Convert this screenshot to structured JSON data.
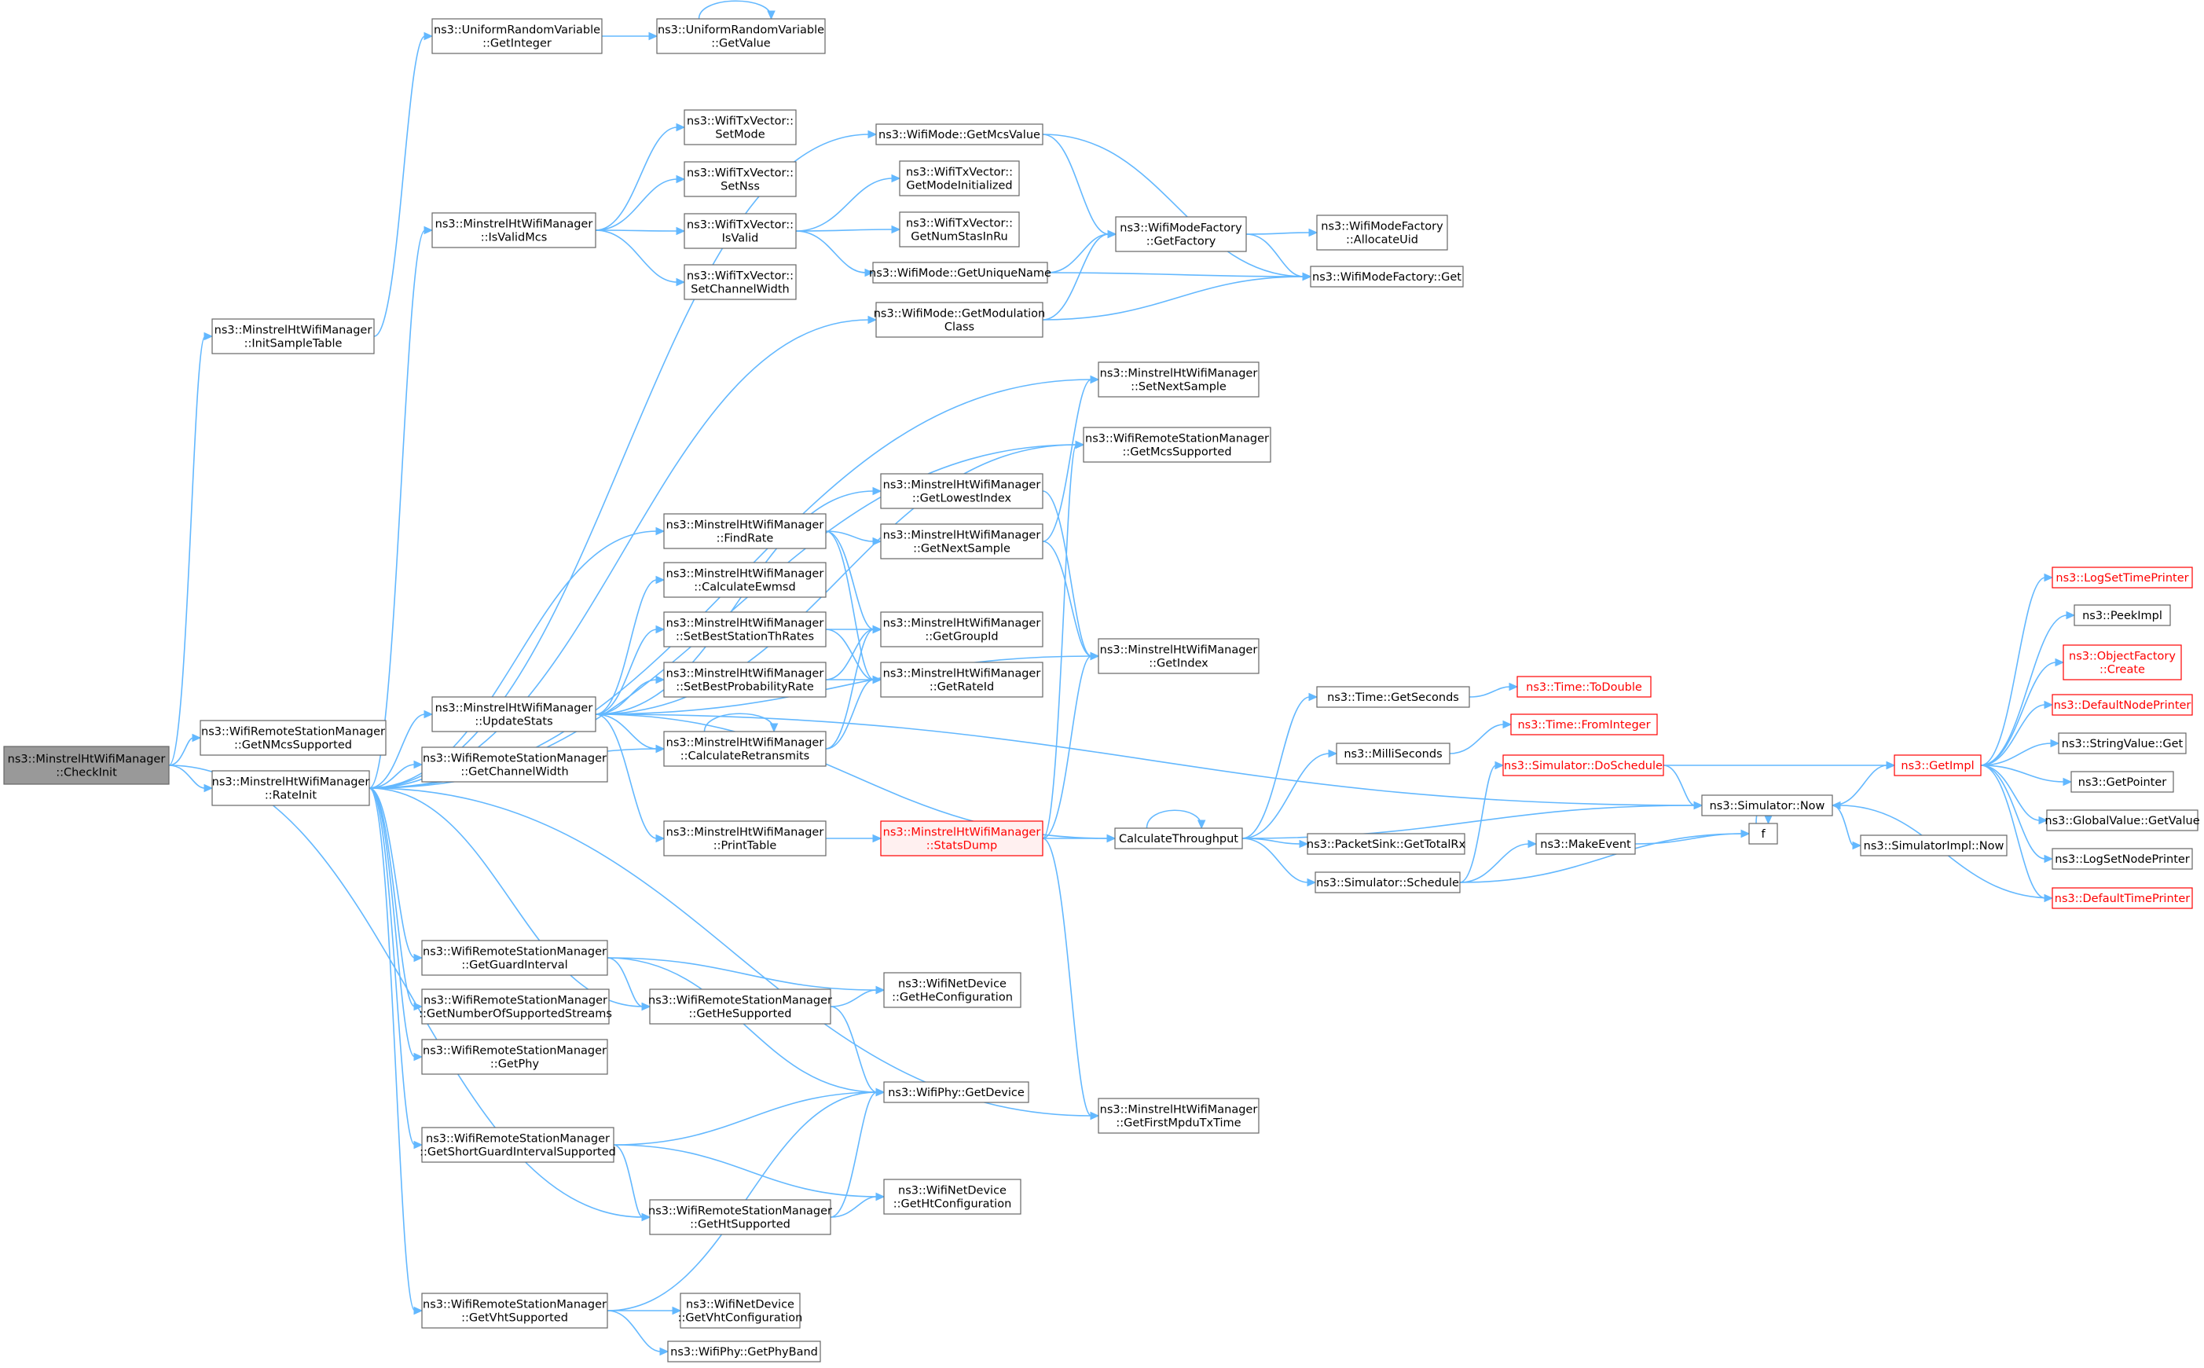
{
  "colors": {
    "edge": "#63b8ff",
    "node_border": "#666666",
    "root_fill": "#999999",
    "highlight_border": "#ff0000",
    "highlight_text": "#ff0000"
  },
  "nodes": [
    {
      "id": "checkinit",
      "label": [
        "ns3::MinstrelHtWifiManager",
        "::CheckInit"
      ],
      "style": "root"
    },
    {
      "id": "initsample",
      "label": [
        "ns3::MinstrelHtWifiManager",
        "::InitSampleTable"
      ]
    },
    {
      "id": "getnmcs",
      "label": [
        "ns3::WifiRemoteStationManager",
        "::GetNMcsSupported"
      ]
    },
    {
      "id": "rateinit",
      "label": [
        "ns3::MinstrelHtWifiManager",
        "::RateInit"
      ]
    },
    {
      "id": "urv_getint",
      "label": [
        "ns3::UniformRandomVariable",
        "::GetInteger"
      ]
    },
    {
      "id": "urv_getval",
      "label": [
        "ns3::UniformRandomVariable",
        "::GetValue"
      ]
    },
    {
      "id": "isvalidmcs",
      "label": [
        "ns3::MinstrelHtWifiManager",
        "::IsValidMcs"
      ]
    },
    {
      "id": "updatestats",
      "label": [
        "ns3::MinstrelHtWifiManager",
        "::UpdateStats"
      ]
    },
    {
      "id": "getchwidth",
      "label": [
        "ns3::WifiRemoteStationManager",
        "::GetChannelWidth"
      ]
    },
    {
      "id": "getguard",
      "label": [
        "ns3::WifiRemoteStationManager",
        "::GetGuardInterval"
      ]
    },
    {
      "id": "getnumstreams",
      "label": [
        "ns3::WifiRemoteStationManager",
        "::GetNumberOfSupportedStreams"
      ]
    },
    {
      "id": "getphy",
      "label": [
        "ns3::WifiRemoteStationManager",
        "::GetPhy"
      ]
    },
    {
      "id": "getsgi",
      "label": [
        "ns3::WifiRemoteStationManager",
        "::GetShortGuardIntervalSupported"
      ]
    },
    {
      "id": "getvht",
      "label": [
        "ns3::WifiRemoteStationManager",
        "::GetVhtSupported"
      ]
    },
    {
      "id": "tx_setmode",
      "label": [
        "ns3::WifiTxVector::",
        "SetMode"
      ]
    },
    {
      "id": "tx_setnss",
      "label": [
        "ns3::WifiTxVector::",
        "SetNss"
      ]
    },
    {
      "id": "tx_isvalid",
      "label": [
        "ns3::WifiTxVector::",
        "IsValid"
      ]
    },
    {
      "id": "tx_setcw",
      "label": [
        "ns3::WifiTxVector::",
        "SetChannelWidth"
      ]
    },
    {
      "id": "findrate",
      "label": [
        "ns3::MinstrelHtWifiManager",
        "::FindRate"
      ]
    },
    {
      "id": "calcewmsd",
      "label": [
        "ns3::MinstrelHtWifiManager",
        "::CalculateEwmsd"
      ]
    },
    {
      "id": "setbestth",
      "label": [
        "ns3::MinstrelHtWifiManager",
        "::SetBestStationThRates"
      ]
    },
    {
      "id": "setbestprob",
      "label": [
        "ns3::MinstrelHtWifiManager",
        "::SetBestProbabilityRate"
      ]
    },
    {
      "id": "calcretrans",
      "label": [
        "ns3::MinstrelHtWifiManager",
        "::CalculateRetransmits"
      ]
    },
    {
      "id": "printtable",
      "label": [
        "ns3::MinstrelHtWifiManager",
        "::PrintTable"
      ]
    },
    {
      "id": "gethe",
      "label": [
        "ns3::WifiRemoteStationManager",
        "::GetHeSupported"
      ]
    },
    {
      "id": "getht",
      "label": [
        "ns3::WifiRemoteStationManager",
        "::GetHtSupported"
      ]
    },
    {
      "id": "nd_vhtconf",
      "label": [
        "ns3::WifiNetDevice",
        "::GetVhtConfiguration"
      ]
    },
    {
      "id": "phy_getband",
      "label": [
        "ns3::WifiPhy::GetPhyBand"
      ]
    },
    {
      "id": "mode_getmcs",
      "label": [
        "ns3::WifiMode::GetMcsValue"
      ]
    },
    {
      "id": "tx_getmodeinit",
      "label": [
        "ns3::WifiTxVector::",
        "GetModeInitialized"
      ]
    },
    {
      "id": "tx_getnumsta",
      "label": [
        "ns3::WifiTxVector::",
        "GetNumStasInRu"
      ]
    },
    {
      "id": "mode_getuname",
      "label": [
        "ns3::WifiMode::GetUniqueName"
      ]
    },
    {
      "id": "mode_getmodclass",
      "label": [
        "ns3::WifiMode::GetModulation",
        "Class"
      ]
    },
    {
      "id": "getlowest",
      "label": [
        "ns3::MinstrelHtWifiManager",
        "::GetLowestIndex"
      ]
    },
    {
      "id": "getnextsample",
      "label": [
        "ns3::MinstrelHtWifiManager",
        "::GetNextSample"
      ]
    },
    {
      "id": "getgroupid",
      "label": [
        "ns3::MinstrelHtWifiManager",
        "::GetGroupId"
      ]
    },
    {
      "id": "getrateid",
      "label": [
        "ns3::MinstrelHtWifiManager",
        "::GetRateId"
      ]
    },
    {
      "id": "statsdump",
      "label": [
        "ns3::MinstrelHtWifiManager",
        "::StatsDump"
      ],
      "style": "focus"
    },
    {
      "id": "nd_heconf",
      "label": [
        "ns3::WifiNetDevice",
        "::GetHeConfiguration"
      ]
    },
    {
      "id": "phy_getdev",
      "label": [
        "ns3::WifiPhy::GetDevice"
      ]
    },
    {
      "id": "nd_htconf",
      "label": [
        "ns3::WifiNetDevice",
        "::GetHtConfiguration"
      ]
    },
    {
      "id": "mf_getfactory",
      "label": [
        "ns3::WifiModeFactory",
        "::GetFactory"
      ]
    },
    {
      "id": "setnextsample",
      "label": [
        "ns3::MinstrelHtWifiManager",
        "::SetNextSample"
      ]
    },
    {
      "id": "getmcssupp",
      "label": [
        "ns3::WifiRemoteStationManager",
        "::GetMcsSupported"
      ]
    },
    {
      "id": "getindex",
      "label": [
        "ns3::MinstrelHtWifiManager",
        "::GetIndex"
      ]
    },
    {
      "id": "getfirstmpdu",
      "label": [
        "ns3::MinstrelHtWifiManager",
        "::GetFirstMpduTxTime"
      ]
    },
    {
      "id": "calcthroughput",
      "label": [
        "CalculateThroughput"
      ]
    },
    {
      "id": "mf_alloc",
      "label": [
        "ns3::WifiModeFactory",
        "::AllocateUid"
      ]
    },
    {
      "id": "mf_get",
      "label": [
        "ns3::WifiModeFactory::Get"
      ]
    },
    {
      "id": "time_getsec",
      "label": [
        "ns3::Time::GetSeconds"
      ]
    },
    {
      "id": "milliseconds",
      "label": [
        "ns3::MilliSeconds"
      ]
    },
    {
      "id": "sim_doschedule",
      "label": [
        "ns3::Simulator::DoSchedule"
      ],
      "style": "red"
    },
    {
      "id": "ps_gettotalrx",
      "label": [
        "ns3::PacketSink::GetTotalRx"
      ]
    },
    {
      "id": "sim_schedule",
      "label": [
        "ns3::Simulator::Schedule"
      ]
    },
    {
      "id": "makeevent",
      "label": [
        "ns3::MakeEvent"
      ]
    },
    {
      "id": "time_todouble",
      "label": [
        "ns3::Time::ToDouble"
      ],
      "style": "red"
    },
    {
      "id": "time_fromint",
      "label": [
        "ns3::Time::FromInteger"
      ],
      "style": "red"
    },
    {
      "id": "sim_now",
      "label": [
        "ns3::Simulator::Now"
      ]
    },
    {
      "id": "f",
      "label": [
        "f"
      ]
    },
    {
      "id": "simimpl_now",
      "label": [
        "ns3::SimulatorImpl::Now"
      ]
    },
    {
      "id": "getimpl",
      "label": [
        "ns3::GetImpl"
      ],
      "style": "red"
    },
    {
      "id": "logsettime",
      "label": [
        "ns3::LogSetTimePrinter"
      ],
      "style": "red"
    },
    {
      "id": "peekimpl",
      "label": [
        "ns3::PeekImpl"
      ]
    },
    {
      "id": "objfactory",
      "label": [
        "ns3::ObjectFactory",
        "::Create"
      ],
      "style": "red"
    },
    {
      "id": "defnodeprinter",
      "label": [
        "ns3::DefaultNodePrinter"
      ],
      "style": "red"
    },
    {
      "id": "strvalue",
      "label": [
        "ns3::StringValue::Get"
      ]
    },
    {
      "id": "getpointer",
      "label": [
        "ns3::GetPointer"
      ]
    },
    {
      "id": "globalvalue",
      "label": [
        "ns3::GlobalValue::GetValue"
      ]
    },
    {
      "id": "logsetnode",
      "label": [
        "ns3::LogSetNodePrinter"
      ]
    },
    {
      "id": "deftimeprinter",
      "label": [
        "ns3::DefaultTimePrinter"
      ],
      "style": "red"
    }
  ],
  "edges": [
    [
      "checkinit",
      "initsample"
    ],
    [
      "checkinit",
      "getnmcs"
    ],
    [
      "checkinit",
      "rateinit"
    ],
    [
      "checkinit",
      "getht"
    ],
    [
      "initsample",
      "urv_getint"
    ],
    [
      "urv_getint",
      "urv_getval"
    ],
    [
      "urv_getval",
      "urv_getval"
    ],
    [
      "rateinit",
      "mode_getmcs"
    ],
    [
      "rateinit",
      "isvalidmcs"
    ],
    [
      "rateinit",
      "mode_getmodclass"
    ],
    [
      "rateinit",
      "setnextsample"
    ],
    [
      "rateinit",
      "getmcssupp"
    ],
    [
      "rateinit",
      "findrate"
    ],
    [
      "rateinit",
      "updatestats"
    ],
    [
      "rateinit",
      "getchwidth"
    ],
    [
      "rateinit",
      "calcretrans"
    ],
    [
      "rateinit",
      "getguard"
    ],
    [
      "rateinit",
      "gethe"
    ],
    [
      "rateinit",
      "getnumstreams"
    ],
    [
      "rateinit",
      "getphy"
    ],
    [
      "rateinit",
      "getsgi"
    ],
    [
      "rateinit",
      "getvht"
    ],
    [
      "rateinit",
      "getfirstmpdu"
    ],
    [
      "isvalidmcs",
      "tx_setmode"
    ],
    [
      "isvalidmcs",
      "tx_setnss"
    ],
    [
      "isvalidmcs",
      "tx_isvalid"
    ],
    [
      "isvalidmcs",
      "tx_setcw"
    ],
    [
      "tx_isvalid",
      "tx_getmodeinit"
    ],
    [
      "tx_isvalid",
      "tx_getnumsta"
    ],
    [
      "tx_isvalid",
      "mode_getuname"
    ],
    [
      "mode_getmcs",
      "mf_getfactory"
    ],
    [
      "mode_getmcs",
      "mf_get"
    ],
    [
      "mode_getuname",
      "mf_getfactory"
    ],
    [
      "mode_getuname",
      "mf_get"
    ],
    [
      "mode_getmodclass",
      "mf_getfactory"
    ],
    [
      "mode_getmodclass",
      "mf_get"
    ],
    [
      "mf_getfactory",
      "mf_alloc"
    ],
    [
      "mf_getfactory",
      "mf_get"
    ],
    [
      "updatestats",
      "getmcssupp"
    ],
    [
      "updatestats",
      "getlowest"
    ],
    [
      "updatestats",
      "calcewmsd"
    ],
    [
      "updatestats",
      "setbestth"
    ],
    [
      "updatestats",
      "setbestprob"
    ],
    [
      "updatestats",
      "calcretrans"
    ],
    [
      "updatestats",
      "getindex"
    ],
    [
      "updatestats",
      "printtable"
    ],
    [
      "updatestats",
      "calcthroughput"
    ],
    [
      "updatestats",
      "sim_now"
    ],
    [
      "findrate",
      "getnextsample"
    ],
    [
      "findrate",
      "getgroupid"
    ],
    [
      "findrate",
      "getrateid"
    ],
    [
      "getlowest",
      "getindex"
    ],
    [
      "getnextsample",
      "setnextsample"
    ],
    [
      "getnextsample",
      "getindex"
    ],
    [
      "setbestth",
      "getgroupid"
    ],
    [
      "setbestth",
      "getrateid"
    ],
    [
      "setbestprob",
      "getgroupid"
    ],
    [
      "setbestprob",
      "getrateid"
    ],
    [
      "calcretrans",
      "calcretrans"
    ],
    [
      "calcretrans",
      "getgroupid"
    ],
    [
      "calcretrans",
      "getrateid"
    ],
    [
      "printtable",
      "statsdump"
    ],
    [
      "statsdump",
      "getmcssupp"
    ],
    [
      "statsdump",
      "getindex"
    ],
    [
      "statsdump",
      "calcthroughput"
    ],
    [
      "statsdump",
      "getfirstmpdu"
    ],
    [
      "calcthroughput",
      "calcthroughput"
    ],
    [
      "calcthroughput",
      "time_getsec"
    ],
    [
      "calcthroughput",
      "milliseconds"
    ],
    [
      "calcthroughput",
      "sim_now"
    ],
    [
      "calcthroughput",
      "ps_gettotalrx"
    ],
    [
      "calcthroughput",
      "sim_schedule"
    ],
    [
      "time_getsec",
      "time_todouble"
    ],
    [
      "milliseconds",
      "time_fromint"
    ],
    [
      "sim_schedule",
      "sim_doschedule"
    ],
    [
      "sim_schedule",
      "makeevent"
    ],
    [
      "sim_schedule",
      "f"
    ],
    [
      "makeevent",
      "f"
    ],
    [
      "f",
      "f"
    ],
    [
      "sim_doschedule",
      "getimpl"
    ],
    [
      "sim_doschedule",
      "sim_now"
    ],
    [
      "sim_now",
      "getimpl"
    ],
    [
      "sim_now",
      "simimpl_now"
    ],
    [
      "getimpl",
      "logsettime"
    ],
    [
      "getimpl",
      "peekimpl"
    ],
    [
      "getimpl",
      "objfactory"
    ],
    [
      "getimpl",
      "defnodeprinter"
    ],
    [
      "getimpl",
      "strvalue"
    ],
    [
      "getimpl",
      "getpointer"
    ],
    [
      "getimpl",
      "globalvalue"
    ],
    [
      "getimpl",
      "logsetnode"
    ],
    [
      "getimpl",
      "deftimeprinter"
    ],
    [
      "deftimeprinter",
      "sim_now"
    ],
    [
      "getguard",
      "nd_heconf"
    ],
    [
      "getguard",
      "gethe"
    ],
    [
      "getguard",
      "phy_getdev"
    ],
    [
      "gethe",
      "nd_heconf"
    ],
    [
      "gethe",
      "phy_getdev"
    ],
    [
      "getsgi",
      "phy_getdev"
    ],
    [
      "getsgi",
      "nd_htconf"
    ],
    [
      "getsgi",
      "getht"
    ],
    [
      "getht",
      "phy_getdev"
    ],
    [
      "getht",
      "nd_htconf"
    ],
    [
      "getvht",
      "phy_getdev"
    ],
    [
      "getvht",
      "nd_vhtconf"
    ],
    [
      "getvht",
      "phy_getband"
    ]
  ]
}
